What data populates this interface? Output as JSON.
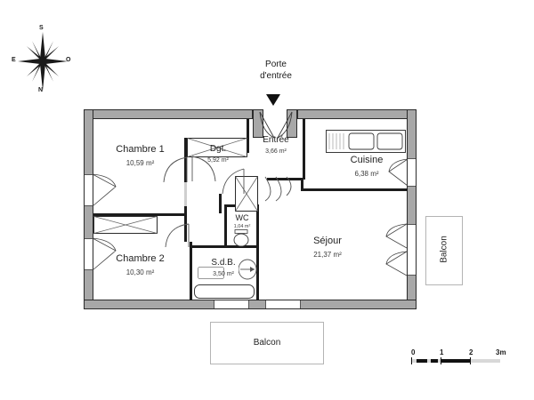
{
  "compass": {
    "north": "N",
    "south": "S",
    "east": "E",
    "west": "O"
  },
  "annotations": {
    "entry_line1": "Porte",
    "entry_line2": "d'entrée"
  },
  "rooms": [
    {
      "id": "chambre1",
      "name": "Chambre 1",
      "area": "10,59 m²"
    },
    {
      "id": "dgt",
      "name": "Dgt.",
      "area": "5,92 m²"
    },
    {
      "id": "entree",
      "name": "Entrée",
      "area": "3,66 m²"
    },
    {
      "id": "cuisine",
      "name": "Cuisine",
      "area": "6,38 m²"
    },
    {
      "id": "sejour",
      "name": "Séjour",
      "area": "21,37 m²"
    },
    {
      "id": "wc",
      "name": "WC",
      "area": "1,04 m²"
    },
    {
      "id": "sdb",
      "name": "S.d.B.",
      "area": "3,50 m²"
    },
    {
      "id": "chambre2",
      "name": "Chambre 2",
      "area": "10,30 m²"
    }
  ],
  "balconies": [
    {
      "id": "balcon-bottom",
      "name": "Balcon"
    },
    {
      "id": "balcon-right",
      "name": "Balcon"
    }
  ],
  "scale": {
    "unit_label": "3m",
    "ticks": [
      "0",
      "1",
      "2",
      "3m"
    ]
  },
  "colors": {
    "wall_fill": "#a8a8a8",
    "wall_stroke": "#2b2b2b",
    "interior": "#ffffff",
    "text": "#1a1a1a",
    "balcony_stroke": "#b4b4b4"
  }
}
